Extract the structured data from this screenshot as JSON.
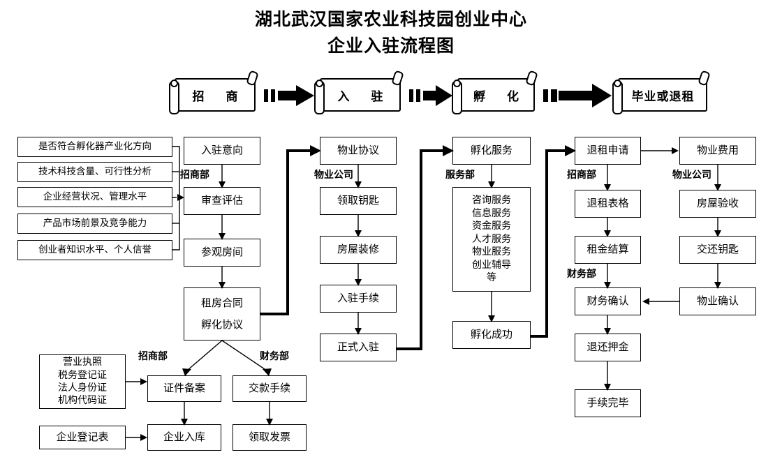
{
  "title": {
    "line1": "湖北武汉国家农业科技园创业中心",
    "line2": "企业入驻流程图"
  },
  "banners": [
    {
      "label": "招　商"
    },
    {
      "label": "入　驻"
    },
    {
      "label": "孵　化"
    },
    {
      "label": "毕业或退租"
    }
  ],
  "criteria": [
    {
      "label": "是否符合孵化器产业化方向"
    },
    {
      "label": "技术科技含量、可行性分析"
    },
    {
      "label": "企业经营状况、管理水平"
    },
    {
      "label": "产品市场前景及竞争能力"
    },
    {
      "label": "创业者知识水平、个人信誉"
    }
  ],
  "col_recruit": {
    "intent": "入驻意向",
    "dept1": "招商部",
    "review": "审查评估",
    "visit": "参观房间",
    "contract_line1": "租房合同",
    "contract_line2": "孵化协议"
  },
  "col_property": {
    "agreement": "物业协议",
    "dept": "物业公司",
    "keys": "领取钥匙",
    "decoration": "房屋装修",
    "procedure": "入驻手续",
    "official": "正式入驻"
  },
  "col_incubate": {
    "service": "孵化服务",
    "dept": "服务部",
    "service_items": [
      "咨询服务",
      "信息服务",
      "资金服务",
      "人才服务",
      "物业服务",
      "创业辅导",
      "等"
    ],
    "success": "孵化成功"
  },
  "col_exit": {
    "apply": "退租申请",
    "dept1": "招商部",
    "form": "退租表格",
    "settle": "租金结算",
    "dept2": "财务部",
    "finance_confirm": "财务确认",
    "deposit": "退还押金",
    "done": "手续完毕"
  },
  "col_property_exit": {
    "fee": "物业费用",
    "dept": "物业公司",
    "inspect": "房屋验收",
    "return_keys": "交还钥匙",
    "confirm": "物业确认"
  },
  "bottom": {
    "docs": [
      "营业执照",
      "税务登记证",
      "法人身份证",
      "机构代码证"
    ],
    "registry_form": "企业登记表",
    "dept_left": "招商部",
    "dept_right": "财务部",
    "file_record": "证件备案",
    "enter_db": "企业入库",
    "payment": "交款手续",
    "invoice": "领取发票"
  }
}
